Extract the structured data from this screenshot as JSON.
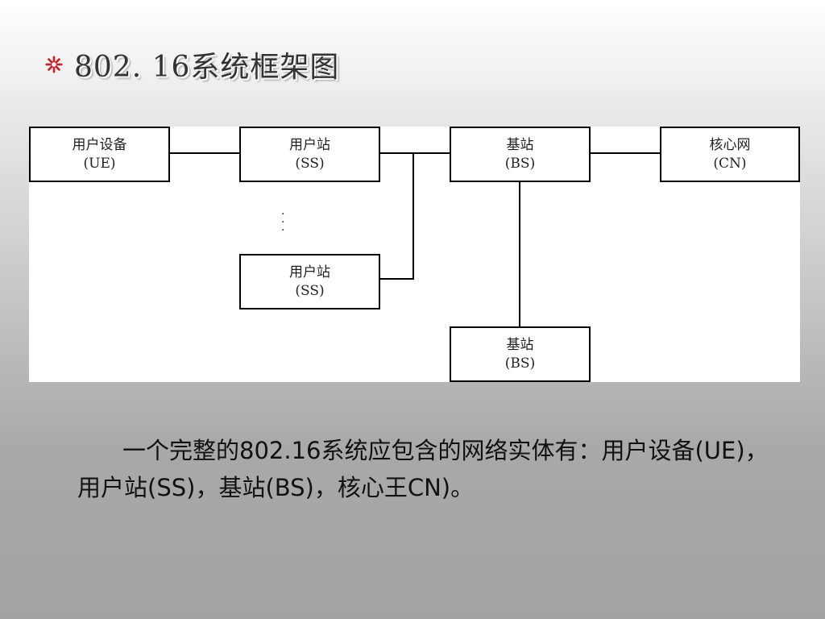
{
  "slide": {
    "title": "802. 16系统框架图",
    "bullet_icon": "asterisk-flower-icon",
    "bullet_color": "#c0262d"
  },
  "diagram": {
    "ue": {
      "label": "用户设备",
      "sub": "(UE)"
    },
    "ss1": {
      "label": "用户站",
      "sub": "(SS)"
    },
    "ss2": {
      "label": "用户站",
      "sub": "(SS)"
    },
    "bs1": {
      "label": "基站",
      "sub": "(BS)"
    },
    "bs2": {
      "label": "基站",
      "sub": "(BS)"
    },
    "cn": {
      "label": "核心网",
      "sub": "(CN)"
    },
    "ellipsis": ":\n:"
  },
  "caption": "一个完整的802.16系统应包含的网络实体有：用户设备(UE)，用户站(SS)，基站(BS)，核心王CN)。"
}
